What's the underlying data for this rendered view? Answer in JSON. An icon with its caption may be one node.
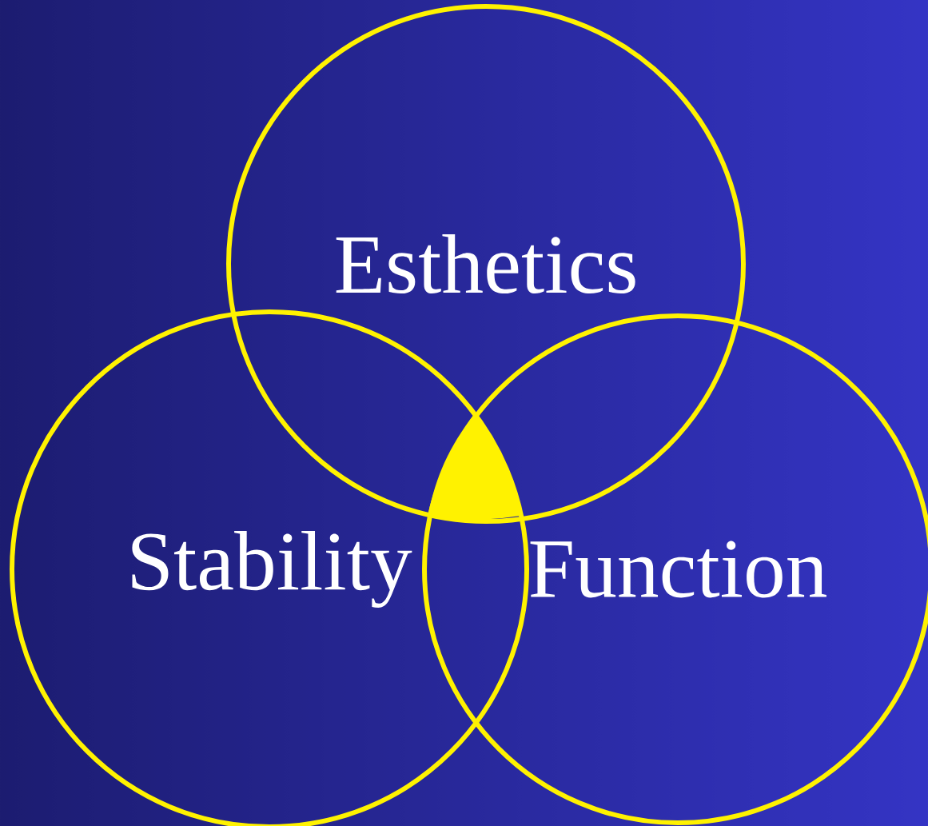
{
  "diagram": {
    "nodes": [
      {
        "text": [
          "Esthetics"
        ]
      },
      {
        "text": [
          "Stability"
        ]
      },
      {
        "text": [
          "Function"
        ]
      },
      {
        "text": [],
        "shape": "triangle"
      }
    ]
  }
}
